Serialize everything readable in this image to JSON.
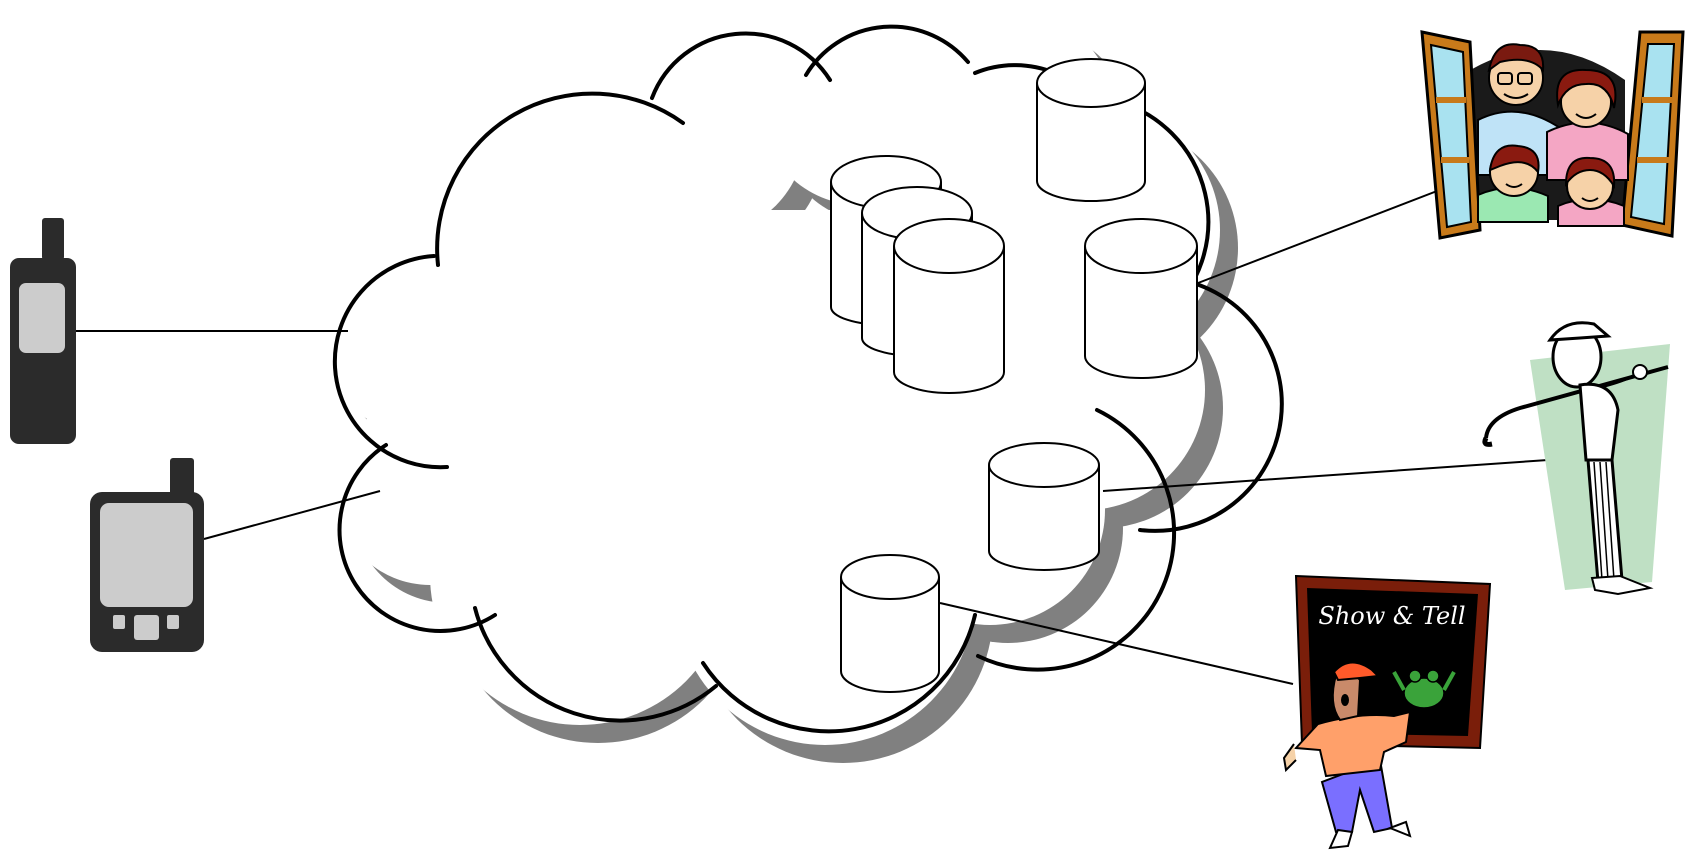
{
  "diagram": {
    "colors": {
      "background": "#ffffff",
      "stroke": "#000000",
      "cloud_shadow": "#808080",
      "device_body": "#2b2b2b",
      "device_screen": "#cccccc",
      "board": "#000000",
      "board_frame": "#7a1e0a",
      "chalk": "#ffffff",
      "golfer_backdrop": "#bfe0c4",
      "window_frame": "#c87a1a",
      "window_glass": "#a9e2f0"
    },
    "icons": {
      "phone": "mobile-phone-icon",
      "pda": "pda-handheld-icon",
      "cloud": "network-cloud-icon",
      "database": "database-cylinder-icon",
      "family": "family-in-window-icon",
      "golfer": "golfer-icon",
      "presenter": "show-and-tell-presenter-icon"
    },
    "blackboard_text": "Show & Tell",
    "nodes": [
      {
        "id": "phone",
        "kind": "device"
      },
      {
        "id": "pda",
        "kind": "device"
      },
      {
        "id": "cloud",
        "kind": "network"
      },
      {
        "id": "db-stack",
        "kind": "database",
        "count": 3
      },
      {
        "id": "db-top",
        "kind": "database"
      },
      {
        "id": "db-right",
        "kind": "database"
      },
      {
        "id": "db-mid",
        "kind": "database"
      },
      {
        "id": "db-bottom",
        "kind": "database"
      },
      {
        "id": "family",
        "kind": "user"
      },
      {
        "id": "golfer",
        "kind": "user"
      },
      {
        "id": "presenter",
        "kind": "user"
      }
    ],
    "edges": [
      {
        "from": "phone",
        "to": "cloud"
      },
      {
        "from": "pda",
        "to": "cloud"
      },
      {
        "from": "db-right",
        "to": "family"
      },
      {
        "from": "db-mid",
        "to": "golfer"
      },
      {
        "from": "db-bottom",
        "to": "presenter"
      }
    ]
  }
}
